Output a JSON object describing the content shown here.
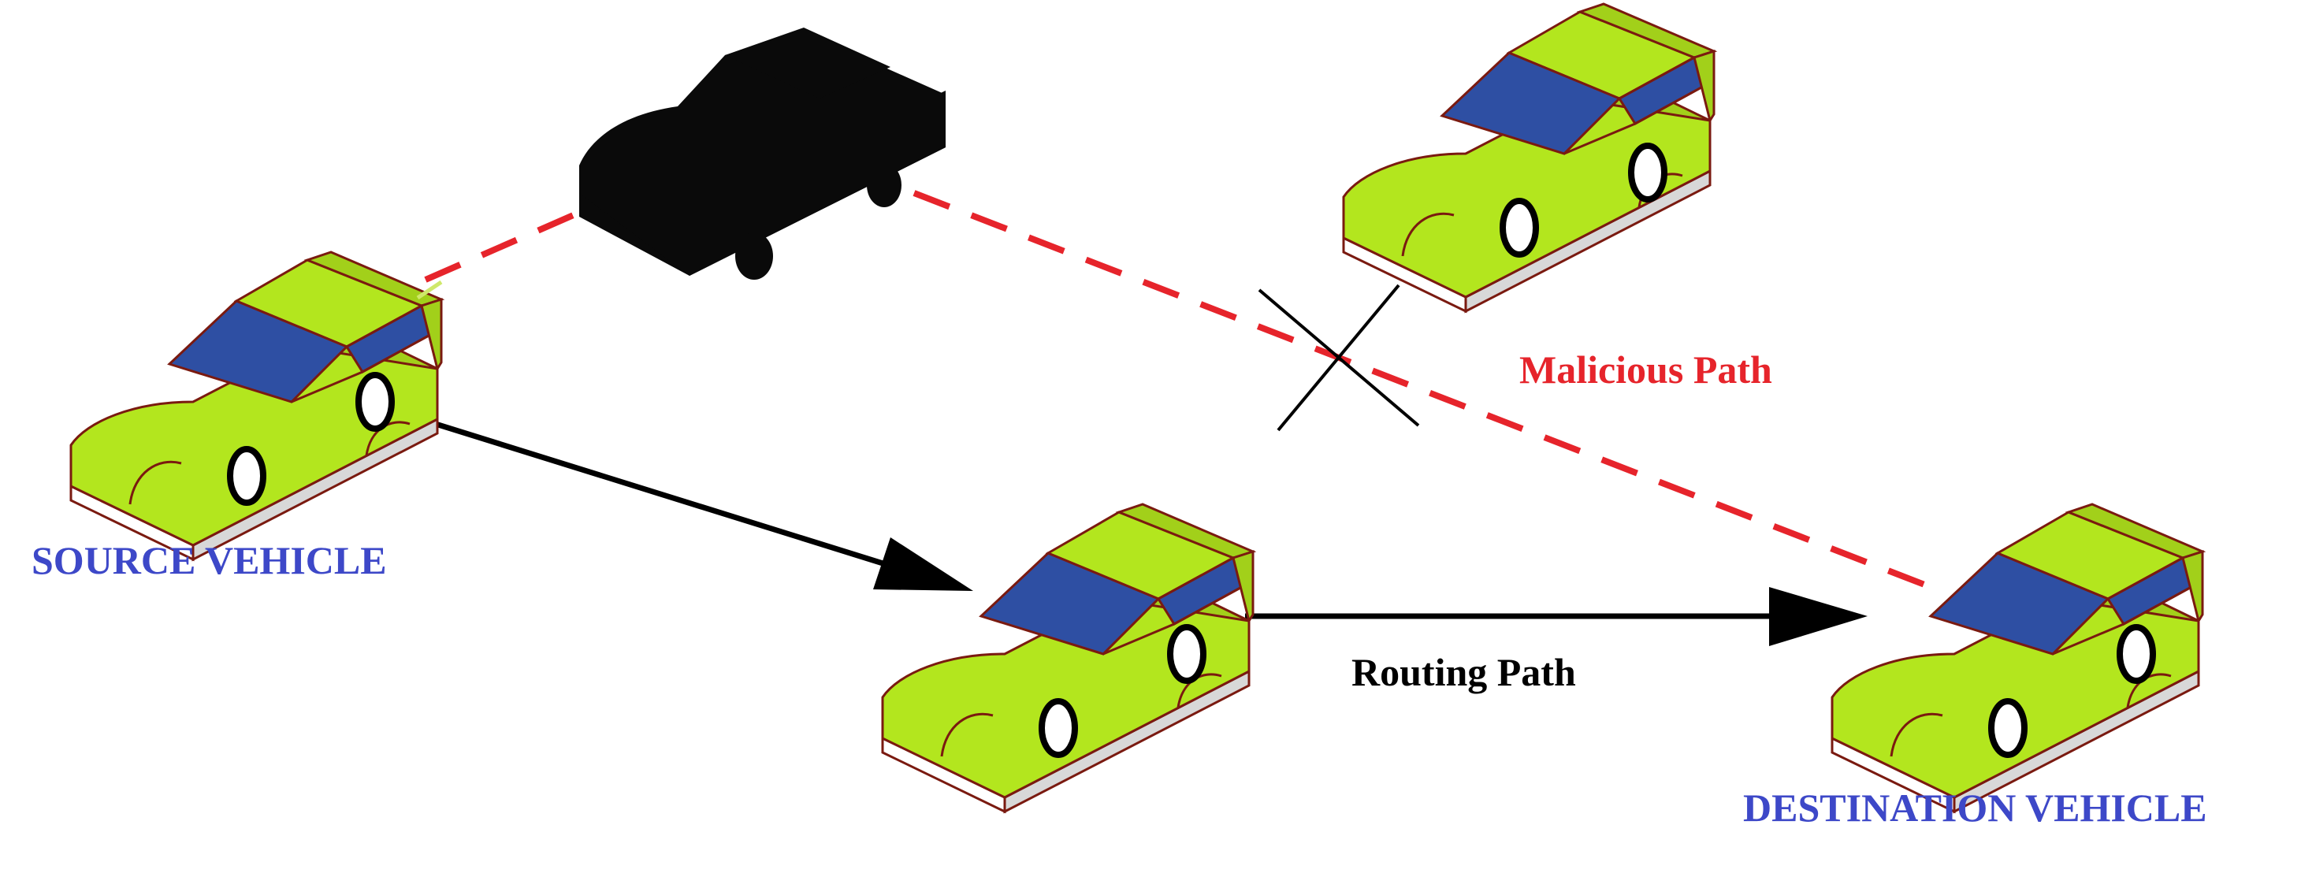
{
  "labels": {
    "source": "SOURCE VEHICLE",
    "destination": "DESTINATION VEHICLE",
    "malicious_path": "Malicious Path",
    "routing_path": "Routing Path"
  },
  "colors": {
    "car_body": "#b3e61e",
    "car_window": "#2e4fa3",
    "car_base": "#ffffff",
    "car_outline": "#7a1a10",
    "malicious_vehicle": "#0a0a0a",
    "malicious_path": "#e6242b",
    "routing_path": "#000000",
    "vehicle_label": "#3d48c8",
    "malicious_label": "#e6242b",
    "routing_label": "#000000"
  },
  "vehicles": [
    {
      "role": "source",
      "kind": "normal"
    },
    {
      "role": "malicious",
      "kind": "attacker"
    },
    {
      "role": "idle",
      "kind": "normal"
    },
    {
      "role": "relay",
      "kind": "normal"
    },
    {
      "role": "destination",
      "kind": "normal"
    }
  ]
}
